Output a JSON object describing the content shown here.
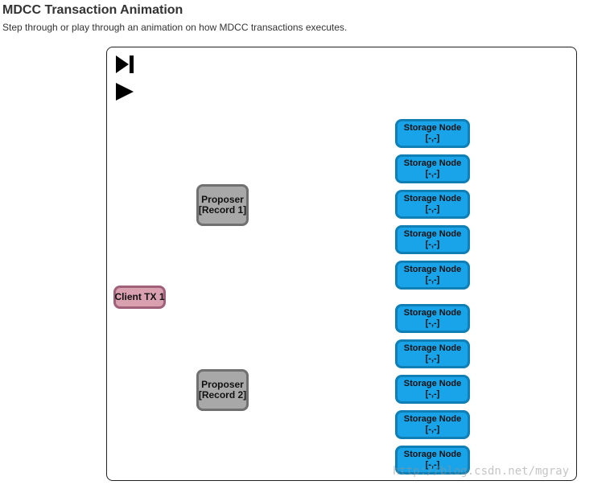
{
  "header": {
    "title": "MDCC Transaction Animation",
    "subtitle": "Step through or play through an animation on how MDCC transactions executes."
  },
  "controls": {
    "step_icon": "skip-forward-icon",
    "play_icon": "play-icon"
  },
  "client": {
    "label": "Client TX 1"
  },
  "proposers": [
    {
      "line1": "Proposer",
      "line2": "[Record 1]"
    },
    {
      "line1": "Proposer",
      "line2": "[Record 2]"
    }
  ],
  "storage_nodes": [
    {
      "line1": "Storage Node",
      "line2": "[-,-]"
    },
    {
      "line1": "Storage Node",
      "line2": "[-,-]"
    },
    {
      "line1": "Storage Node",
      "line2": "[-,-]"
    },
    {
      "line1": "Storage Node",
      "line2": "[-,-]"
    },
    {
      "line1": "Storage Node",
      "line2": "[-,-]"
    },
    {
      "line1": "Storage Node",
      "line2": "[-,-]"
    },
    {
      "line1": "Storage Node",
      "line2": "[-,-]"
    },
    {
      "line1": "Storage Node",
      "line2": "[-,-]"
    },
    {
      "line1": "Storage Node",
      "line2": "[-,-]"
    },
    {
      "line1": "Storage Node",
      "line2": "[-,-]"
    }
  ],
  "colors": {
    "client_fill": "#d9a0b0",
    "proposer_fill": "#a8a8a8",
    "storage_fill": "#19a3e8"
  },
  "watermark": "http://blog.csdn.net/mgray"
}
